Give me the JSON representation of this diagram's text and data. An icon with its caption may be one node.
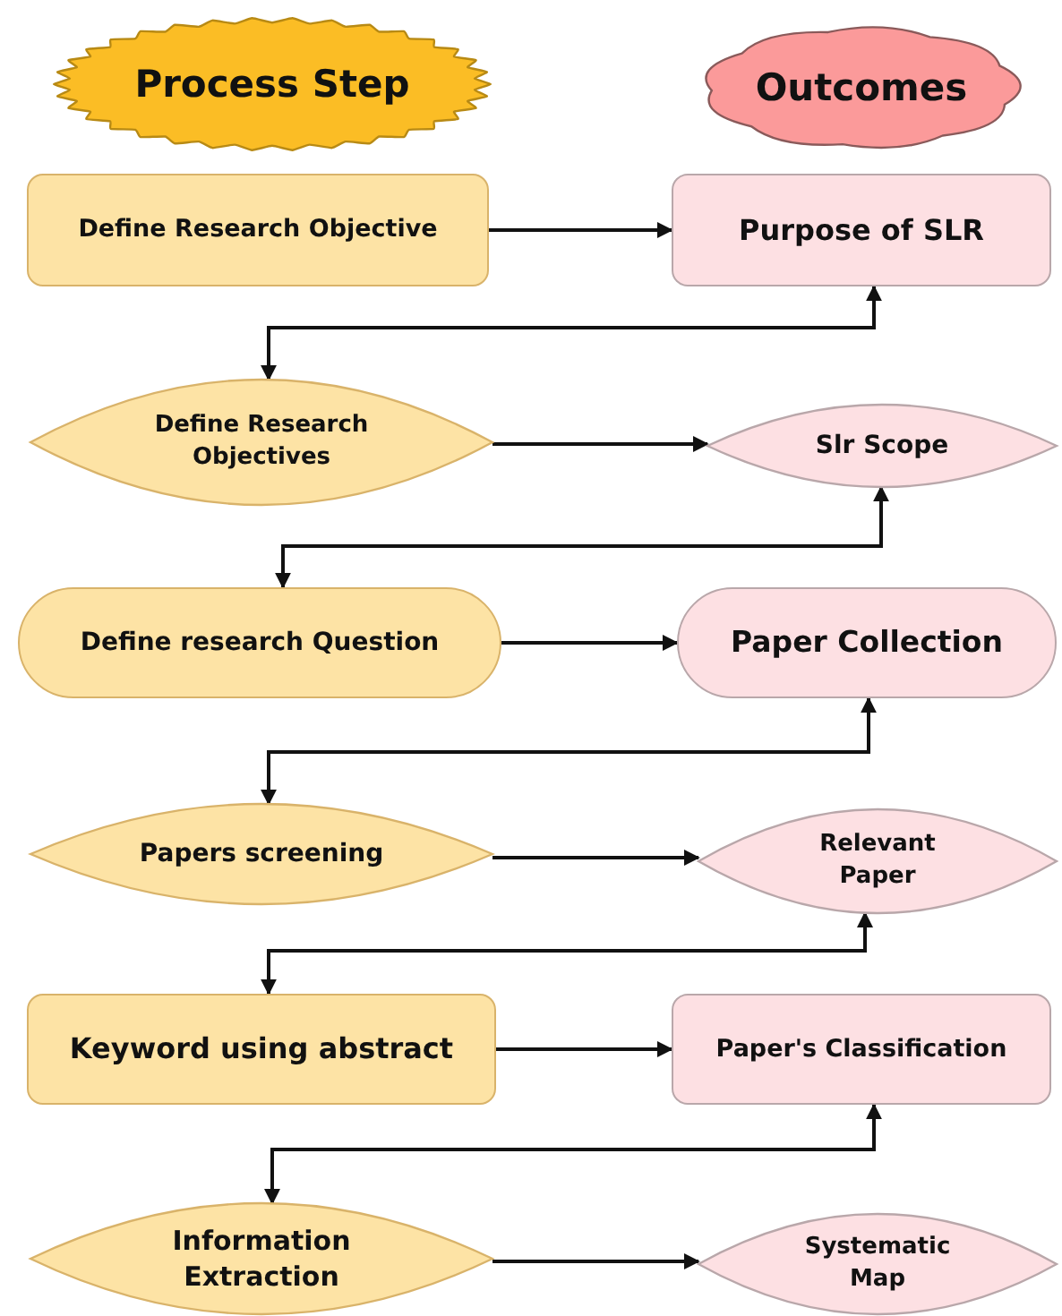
{
  "diagram": {
    "nodes": [
      {
        "text": [
          "Process Step"
        ]
      },
      {
        "text": [
          "Outcomes"
        ]
      },
      {
        "text": [
          "Define Research Objective"
        ]
      },
      {
        "text": [
          "Purpose of SLR"
        ]
      },
      {
        "text": [
          "Define Research Objectives"
        ]
      },
      {
        "text": [
          "Slr Scope"
        ]
      },
      {
        "text": [
          "Define research Question"
        ]
      },
      {
        "text": [
          "Paper Collection"
        ]
      },
      {
        "text": [
          "Papers screening"
        ]
      },
      {
        "text": [
          "Relevant Paper"
        ]
      },
      {
        "text": [
          "Keyword using abstract"
        ]
      },
      {
        "text": [
          "Paper's Classification"
        ]
      },
      {
        "text": [
          "Information Extraction"
        ]
      },
      {
        "text": [
          "Systematic Map"
        ]
      }
    ],
    "edges": [
      {
        "from": 2,
        "to": 3,
        "arrow": "to"
      },
      {
        "from": 3,
        "to": 4,
        "arrow": "both"
      },
      {
        "from": 4,
        "to": 5,
        "arrow": "to"
      },
      {
        "from": 5,
        "to": 6,
        "arrow": "both"
      },
      {
        "from": 6,
        "to": 7,
        "arrow": "to"
      },
      {
        "from": 7,
        "to": 8,
        "arrow": "both"
      },
      {
        "from": 8,
        "to": 9,
        "arrow": "to"
      },
      {
        "from": 9,
        "to": 10,
        "arrow": "both"
      },
      {
        "from": 10,
        "to": 11,
        "arrow": "to"
      },
      {
        "from": 11,
        "to": 12,
        "arrow": "both"
      },
      {
        "from": 12,
        "to": 13,
        "arrow": "to"
      }
    ]
  }
}
